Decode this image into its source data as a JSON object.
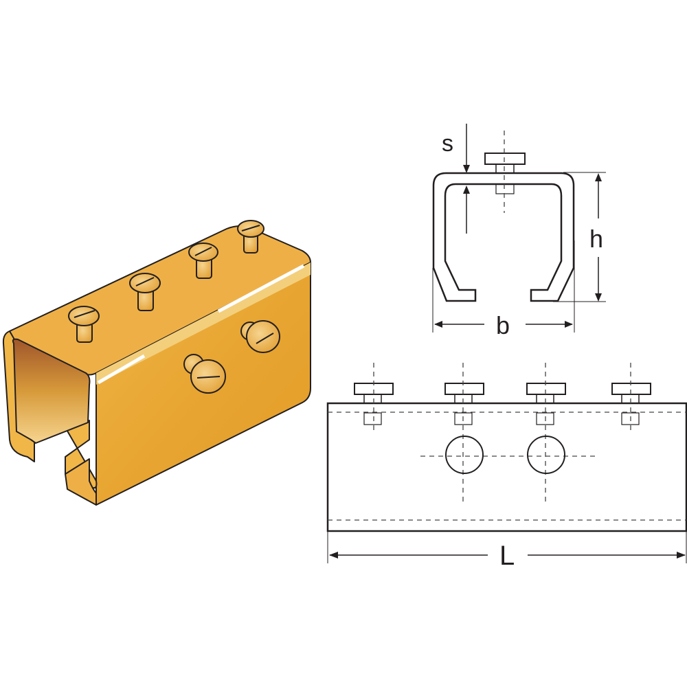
{
  "diagram": {
    "type": "technical-drawing",
    "subject": "rail connector / joint sleeve with set screws",
    "views": {
      "perspective": {
        "color_base": "#e8a531",
        "color_light": "#f6d48f",
        "color_dark": "#a0562b",
        "outline": "#231f20",
        "top_screws": 4,
        "side_screws": 2
      },
      "cross_section": {
        "labels": {
          "s": "s",
          "h": "h",
          "b": "b"
        }
      },
      "side_view": {
        "labels": {
          "L": "L"
        },
        "screws": 4,
        "holes": 2
      }
    }
  }
}
